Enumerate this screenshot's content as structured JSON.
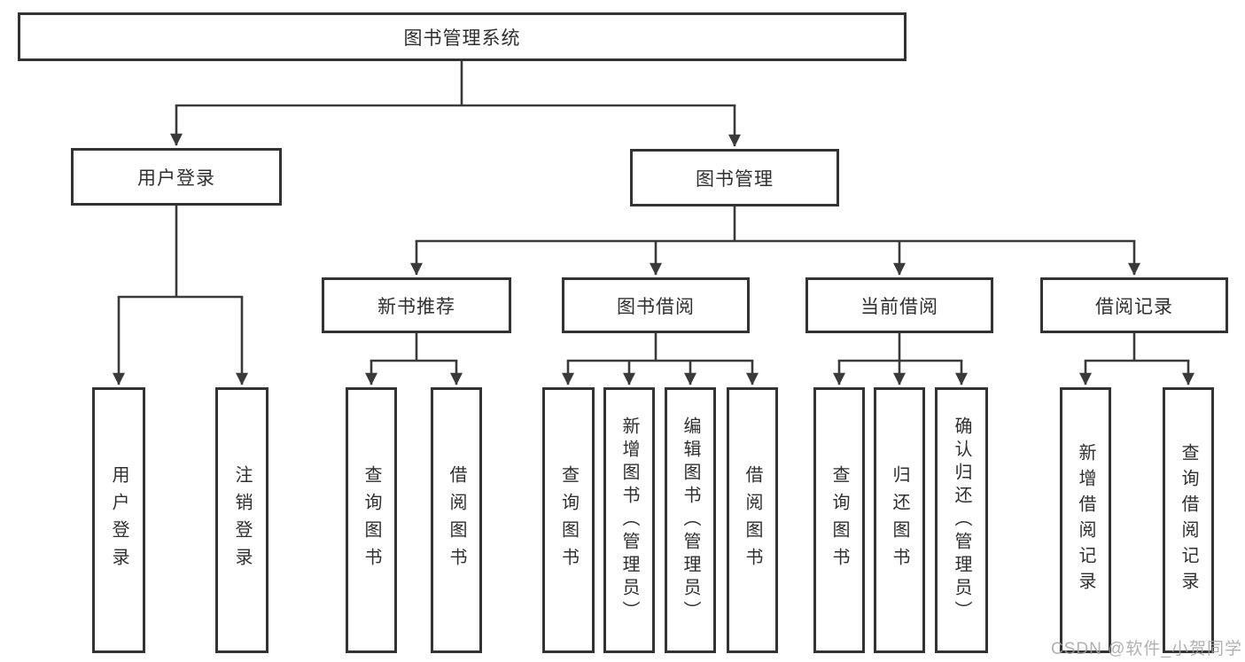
{
  "diagram_title": "图书管理系统",
  "tree": {
    "label": "图书管理系统",
    "children": [
      {
        "label": "用户登录",
        "children": [
          {
            "label": "用户登录"
          },
          {
            "label": "注销登录"
          }
        ]
      },
      {
        "label": "图书管理",
        "children": [
          {
            "label": "新书推荐",
            "children": [
              {
                "label": "查询图书"
              },
              {
                "label": "借阅图书"
              }
            ]
          },
          {
            "label": "图书借阅",
            "children": [
              {
                "label": "查询图书"
              },
              {
                "label": "新增图书（管理员）"
              },
              {
                "label": "编辑图书（管理员）"
              },
              {
                "label": "借阅图书"
              }
            ]
          },
          {
            "label": "当前借阅",
            "children": [
              {
                "label": "查询图书"
              },
              {
                "label": "归还图书"
              },
              {
                "label": "确认归还（管理员）"
              }
            ]
          },
          {
            "label": "借阅记录",
            "children": [
              {
                "label": "新增借阅记录"
              },
              {
                "label": "查询借阅记录"
              }
            ]
          }
        ]
      }
    ]
  },
  "watermark": {
    "text": "CSDN @软件_小贺同学"
  },
  "colors": {
    "line": "#3a3a3a",
    "box_border": "#333333",
    "text": "#2f2f2f",
    "watermark": "#a3a3a3",
    "background": "#ffffff"
  }
}
